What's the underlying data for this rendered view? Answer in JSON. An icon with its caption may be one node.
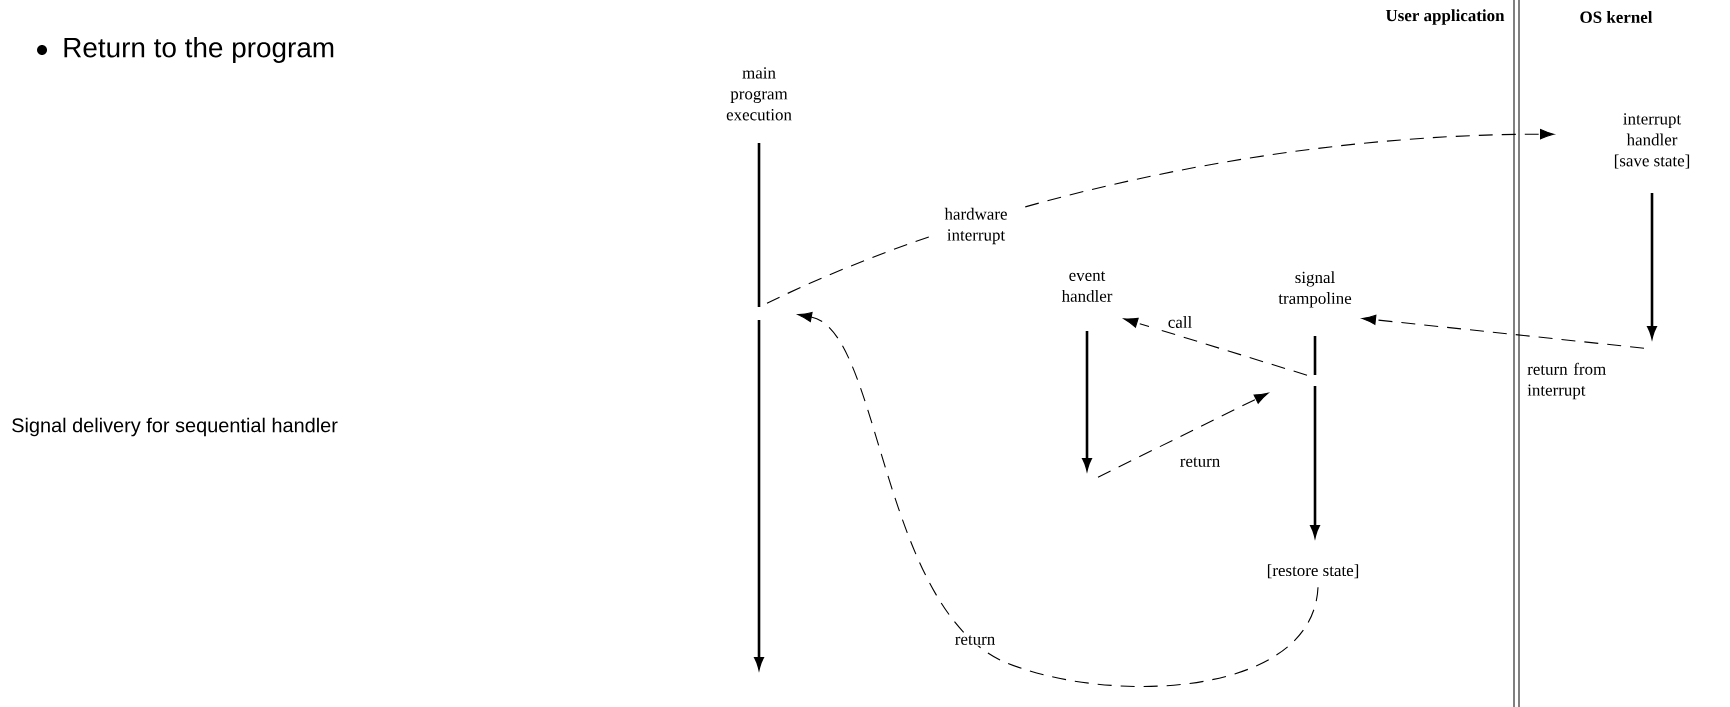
{
  "diagram": {
    "title": "Return to the program",
    "caption": "Signal delivery for sequential handler",
    "nodes": [
      {
        "text": [
          "main program execution"
        ]
      },
      {
        "text": [
          "interrupt handler",
          "[save state]"
        ]
      },
      {
        "text": [
          "event handler"
        ]
      },
      {
        "text": [
          "signal trampoline"
        ]
      },
      {
        "text": [
          "[restore state]"
        ]
      }
    ],
    "edges": [
      {
        "from": 0,
        "to": 1,
        "arrow": "to",
        "style": "dashed",
        "label": "hardware interrupt"
      },
      {
        "from": 1,
        "to": 3,
        "arrow": "to",
        "style": "dashed",
        "label": "return from interrupt"
      },
      {
        "from": 3,
        "to": 2,
        "arrow": "to",
        "style": "dashed",
        "label": "call"
      },
      {
        "from": 2,
        "to": 3,
        "arrow": "to",
        "style": "dashed",
        "label": "return"
      },
      {
        "from": 4,
        "to": 0,
        "arrow": "to",
        "style": "dashed",
        "label": "return"
      }
    ],
    "labels": [
      "User application",
      "OS kernel"
    ]
  }
}
